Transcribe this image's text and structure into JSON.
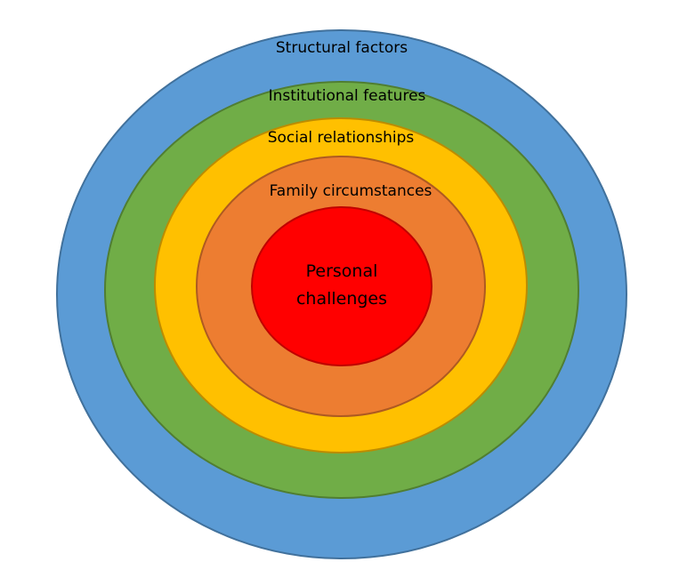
{
  "diagram": {
    "rings": [
      {
        "label": "Structural factors",
        "fill": "#5b9bd5",
        "stroke": "#41719c"
      },
      {
        "label": "Institutional features",
        "fill": "#70ad47",
        "stroke": "#507e32"
      },
      {
        "label": "Social relationships",
        "fill": "#ffc000",
        "stroke": "#bc8c00"
      },
      {
        "label": "Family circumstances",
        "fill": "#ed7d31",
        "stroke": "#ae5a21"
      }
    ],
    "center": {
      "line1": "Personal",
      "line2": "challenges",
      "fill": "#ff0000",
      "stroke": "#c00000"
    }
  }
}
